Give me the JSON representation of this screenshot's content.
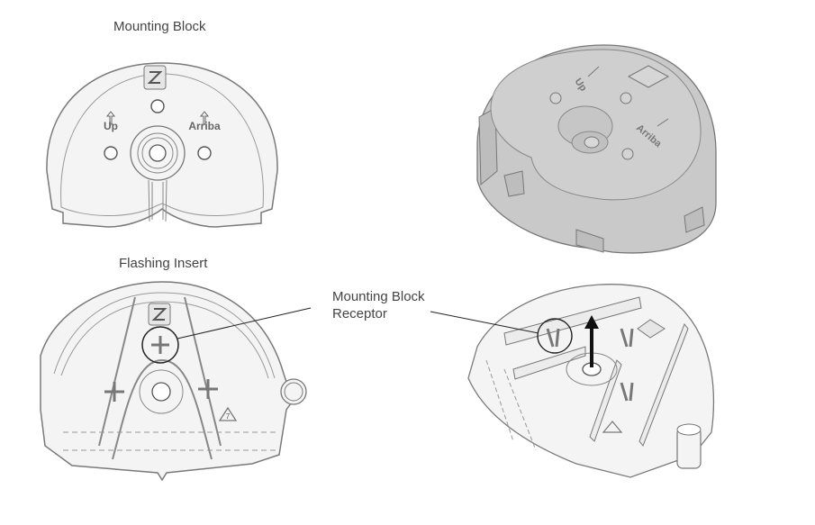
{
  "labels": {
    "mounting_block": "Mounting Block",
    "flashing_insert": "Flashing Insert",
    "receptor_line1": "Mounting Block",
    "receptor_line2": "Receptor"
  },
  "part_markings": {
    "up": "Up",
    "arriba": "Arriba",
    "recycle_code": "7"
  },
  "colors": {
    "outline": "#7a7a7a",
    "part_fill_light": "#f4f4f4",
    "part_fill_grey": "#c9c9c9",
    "label_text": "#444444",
    "leader": "#222222"
  }
}
